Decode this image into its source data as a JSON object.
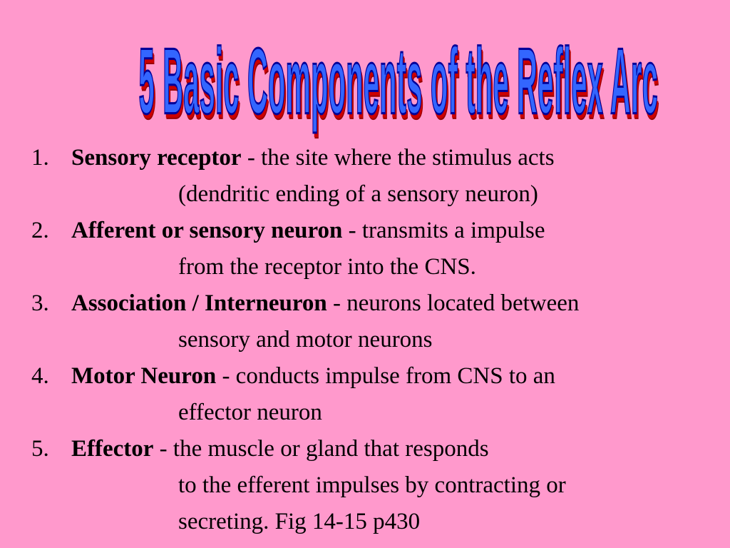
{
  "slide": {
    "title": "5 Basic Components of the Reflex Arc",
    "items": [
      {
        "number": "1.",
        "term": "Sensory receptor",
        "description": " - the site where the stimulus acts",
        "continuation": [
          "(dendritic ending of a sensory neuron)"
        ]
      },
      {
        "number": "2.",
        "term": "Afferent or sensory neuron",
        "description": " - transmits a impulse",
        "continuation": [
          "from the receptor into the CNS."
        ]
      },
      {
        "number": "3.",
        "term": "Association / Interneuron",
        "description": " - neurons located between",
        "continuation": [
          "sensory and motor neurons"
        ]
      },
      {
        "number": "4.",
        "term": "Motor Neuron",
        "description": " - conducts impulse from CNS to an",
        "continuation": [
          "effector neuron"
        ]
      },
      {
        "number": "5.",
        "term": "Effector",
        "description": " - the muscle or gland that responds",
        "continuation": [
          "to the efferent impulses by contracting or",
          "secreting.  Fig 14-15 p430"
        ]
      }
    ]
  },
  "colors": {
    "background": "#ff99cc",
    "title_fill": "#3366ff",
    "title_outline": "#000099",
    "title_shadow": "#cc0000",
    "text": "#000000"
  }
}
